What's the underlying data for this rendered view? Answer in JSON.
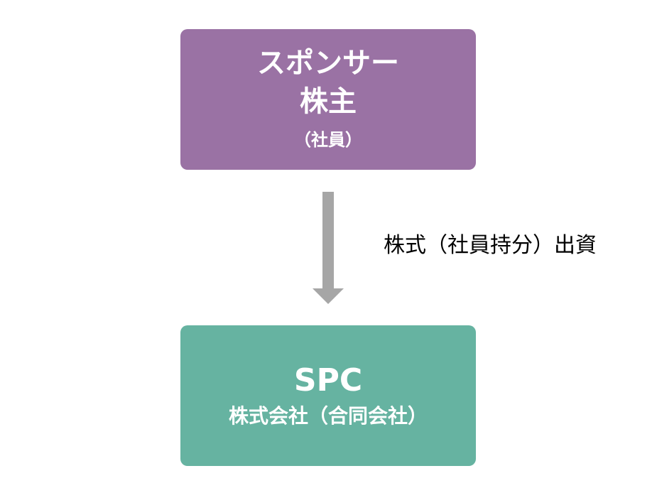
{
  "nodes": {
    "sponsor": {
      "line1": "スポンサー",
      "line2": "株主",
      "line3": "（社員）",
      "color": "#9a72a4"
    },
    "spc": {
      "line1": "SPC",
      "line2": "株式会社（合同会社）",
      "color": "#66b3a1"
    }
  },
  "edge": {
    "label": "株式（社員持分）出資",
    "color": "#a6a6a6",
    "direction": "down"
  }
}
